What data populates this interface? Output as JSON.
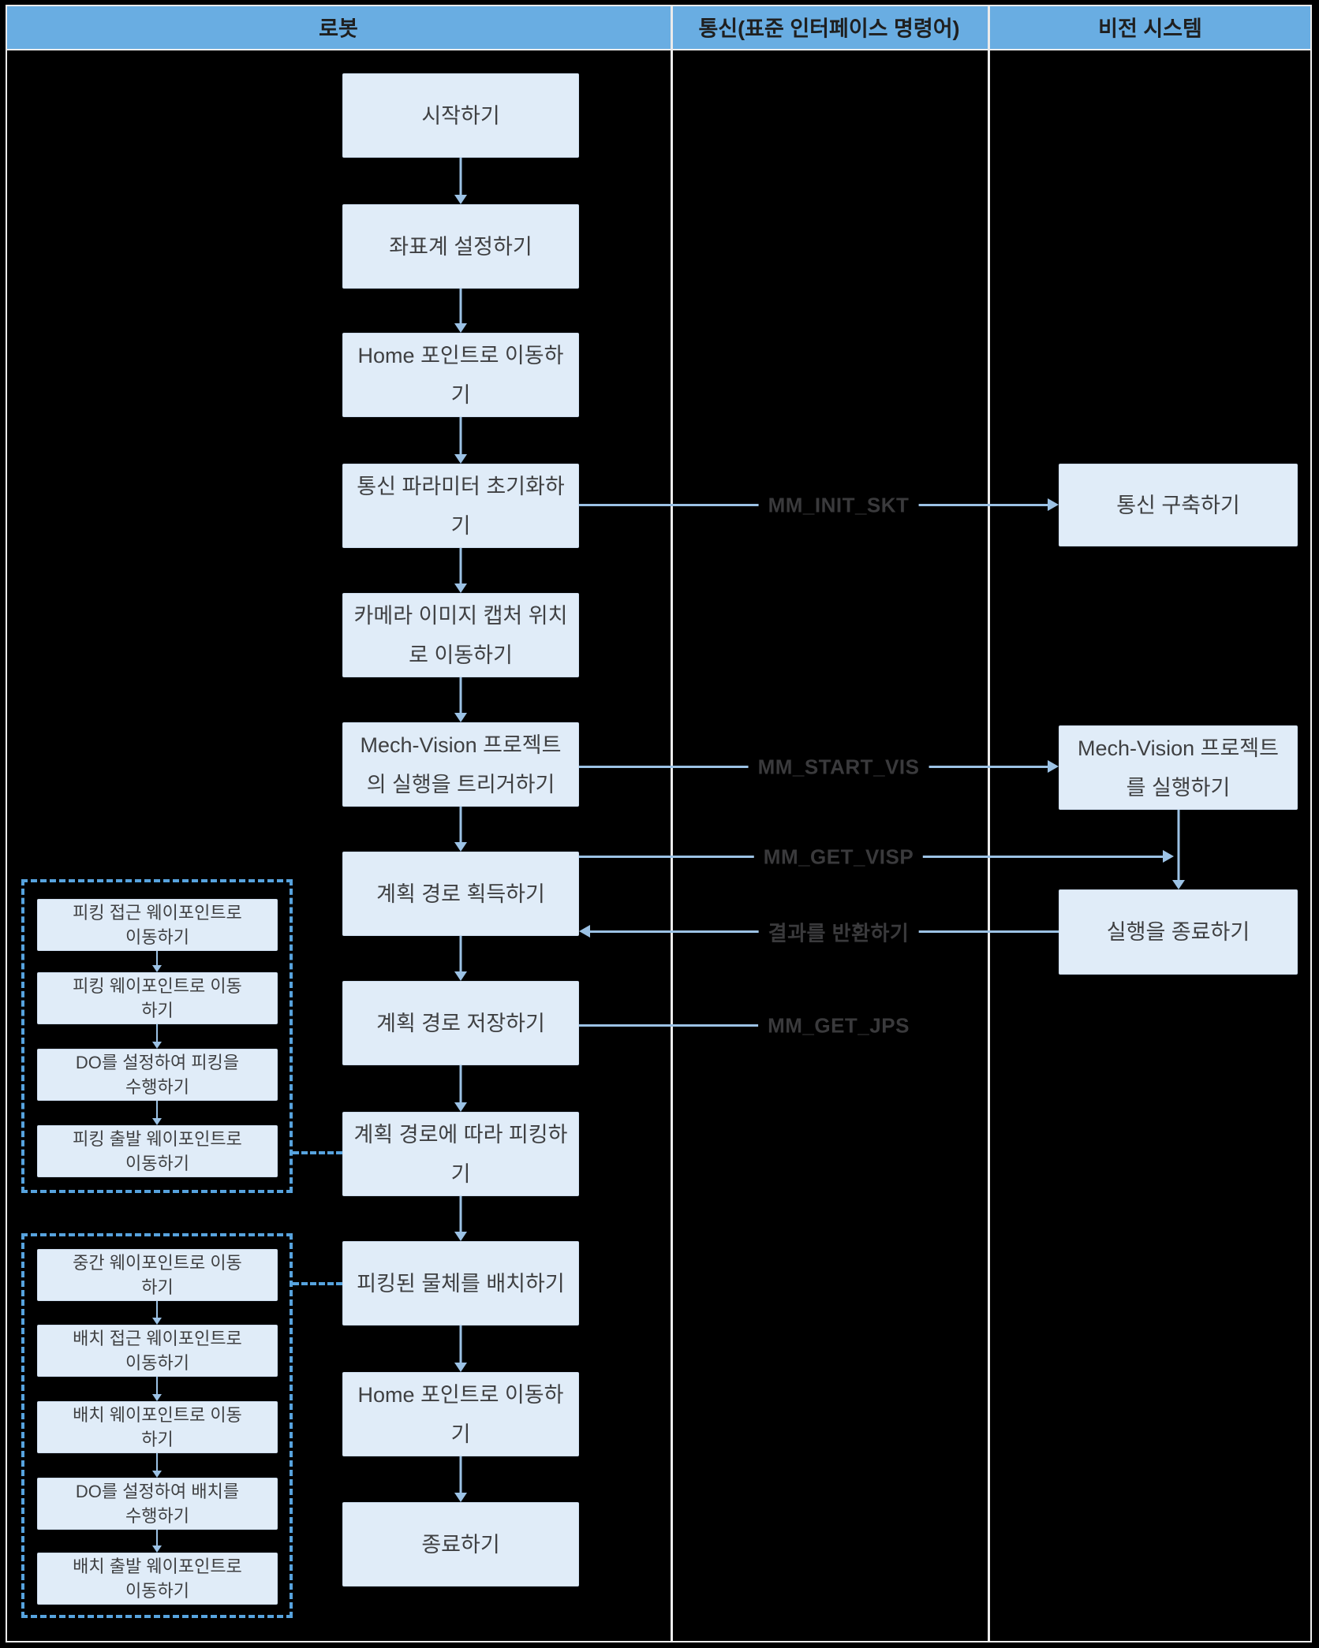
{
  "header": {
    "columns": [
      {
        "label": "로봇"
      },
      {
        "label": "통신(표준 인터페이스 명령어)"
      },
      {
        "label": "비전 시스템"
      }
    ]
  },
  "robot_flow": {
    "boxes": [
      {
        "label": "시작하기"
      },
      {
        "label": "좌표계 설정하기"
      },
      {
        "label": "Home 포인트로 이동하\n기"
      },
      {
        "label": "통신 파라미터 초기화하\n기"
      },
      {
        "label": "카메라 이미지 캡처 위치\n로 이동하기"
      },
      {
        "label": "Mech-Vision 프로젝트\n의 실행을 트리거하기"
      },
      {
        "label": "계획 경로 획득하기"
      },
      {
        "label": "계획 경로 저장하기"
      },
      {
        "label": "계획 경로에 따라 피킹하\n기"
      },
      {
        "label": "피킹된 물체를 배치하기"
      },
      {
        "label": "Home 포인트로 이동하\n기"
      },
      {
        "label": "종료하기"
      }
    ]
  },
  "vision_flow": {
    "boxes": [
      {
        "label": "통신 구축하기"
      },
      {
        "label": "Mech-Vision 프로젝트\n를 실행하기"
      },
      {
        "label": "실행을 종료하기"
      }
    ]
  },
  "picking_group": {
    "boxes": [
      {
        "label": "피킹 접근 웨이포인트로\n이동하기"
      },
      {
        "label": "피킹 웨이포인트로 이동\n하기"
      },
      {
        "label": "DO를 설정하여 피킹을\n수행하기"
      },
      {
        "label": "피킹 출발 웨이포인트로\n이동하기"
      }
    ]
  },
  "placing_group": {
    "boxes": [
      {
        "label": "중간 웨이포인트로 이동\n하기"
      },
      {
        "label": "배치 접근 웨이포인트로\n이동하기"
      },
      {
        "label": "배치 웨이포인트로 이동\n하기"
      },
      {
        "label": "DO를 설정하여 배치를\n수행하기"
      },
      {
        "label": "배치 출발 웨이포인트로\n이동하기"
      }
    ]
  },
  "messages": {
    "init_socket": "MM_INIT_SKT",
    "start_vision": "MM_START_VIS",
    "get_vision_path": "MM_GET_VISP",
    "return_result": "결과를 반환하기",
    "get_jps": "MM_GET_JPS"
  },
  "colors": {
    "header_fill": "#69ade2",
    "box_fill": "#e0ecf8",
    "arrow": "#9cc2e5",
    "dashed_border": "#57a3de",
    "grid_line": "#ebebeb",
    "text": "#3f4042",
    "background": "#000000"
  }
}
